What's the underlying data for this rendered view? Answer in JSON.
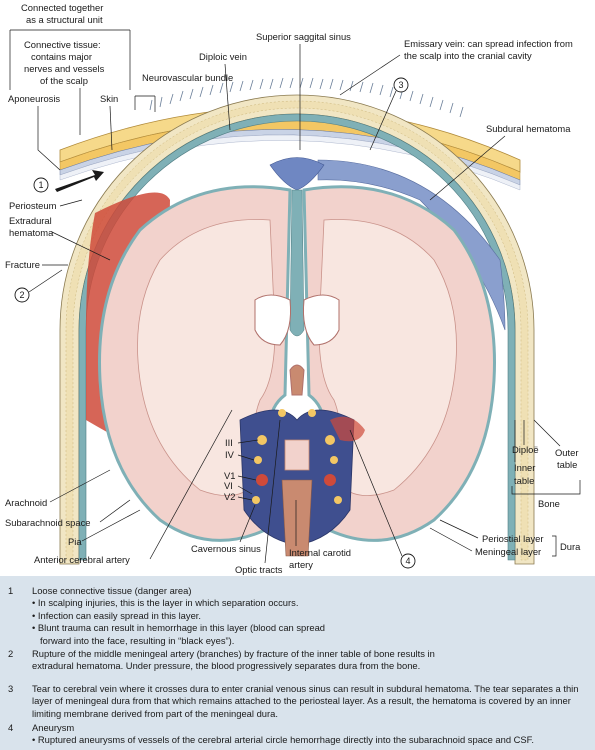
{
  "labels": {
    "connected_together": "Connected together",
    "as_structural_unit": "as a structural unit",
    "connective_tissue_1": "Connective tissue:",
    "connective_tissue_2": "contains major",
    "connective_tissue_3": "nerves and vessels",
    "connective_tissue_4": "of the scalp",
    "superior_sagittal_sinus": "Superior saggital sinus",
    "diploic_vein": "Diploic vein",
    "emissary_vein_1": "Emissary vein: can spread infection from",
    "emissary_vein_2": "the scalp into the cranial cavity",
    "neurovascular_bundle": "Neurovascular bundle",
    "aponeurosis": "Aponeurosis",
    "skin": "Skin",
    "subdural_hematoma": "Subdural hematoma",
    "periosteum": "Periosteum",
    "extradural_1": "Extradural",
    "extradural_2": "hematoma",
    "fracture": "Fracture",
    "cn_III": "III",
    "cn_IV": "IV",
    "cn_V1": "V1",
    "cn_VI": "VI",
    "cn_V2": "V2",
    "diploe": "Diploë",
    "outer_table_1": "Outer",
    "outer_table_2": "table",
    "inner_table_1": "Inner",
    "inner_table_2": "table",
    "bone": "Bone",
    "arachnoid": "Arachnoid",
    "subarachnoid_space": "Subarachnoid space",
    "pia": "Pia",
    "anterior_cerebral_artery": "Anterior cerebral artery",
    "cavernous_sinus": "Cavernous sinus",
    "optic_tracts": "Optic tracts",
    "internal_carotid_1": "Internal carotid",
    "internal_carotid_2": "artery",
    "periostial_layer": "Periostial layer",
    "meningeal_layer": "Meningeal layer",
    "dura": "Dura"
  },
  "callouts": {
    "c1": "1",
    "c2": "2",
    "c3": "3",
    "c4": "4"
  },
  "notes": {
    "n1": {
      "num": "1",
      "title": "Loose connective tissue (danger area)",
      "b1": "In scalping injuries, this is the layer in which separation occurs.",
      "b2": "Infection can easily spread in this layer.",
      "b3": "Blunt trauma can result in hemorrhage in this layer (blood can spread forward into the face, resulting in “black eyes”)."
    },
    "n2": {
      "num": "2",
      "text": "Rupture of the middle meningeal artery (branches) by fracture of the inner table of bone results in extradural hematoma. Under pressure, the blood progressively separates dura from the bone."
    },
    "n3": {
      "num": "3",
      "text": "Tear to cerebral vein where it crosses dura to enter cranial venous sinus can result in subdural hematoma. The tear separates a thin layer of meningeal dura from that which remains attached to the periosteal layer. As a result, the hematoma is covered by an inner limiting membrane derived from part of the meningeal dura."
    },
    "n4": {
      "num": "4",
      "title": "Aneurysm",
      "b1": "Ruptured aneurysms of vessels of the cerebral arterial circle hemorrhage directly into the subarachnoid space and CSF."
    }
  },
  "colors": {
    "scalp_hair": "#6b7f99",
    "skin": "#f6d98a",
    "aponeurosis": "#c9d3e6",
    "bone": "#f1e6c4",
    "dura": "#7fb0b6",
    "subdural_hematoma": "#8a9fce",
    "extradural_hematoma": "#cf4a3a",
    "brain": "#f2d2cc",
    "white_matter": "#f8e6e0",
    "cavernous": "#3f4f8f",
    "notes_bg": "#d9e3ec"
  }
}
